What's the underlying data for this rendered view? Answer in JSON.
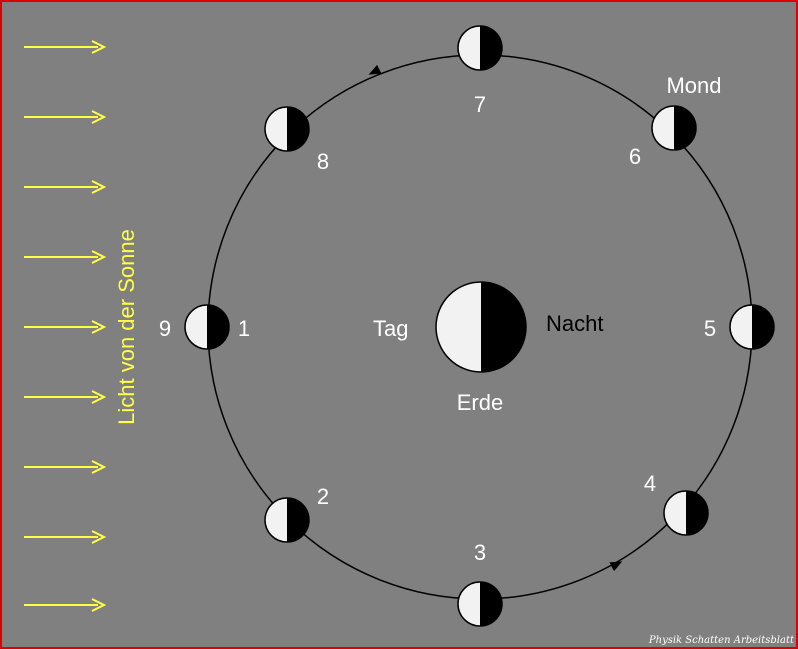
{
  "sun_label": "Licht von der Sonne",
  "earth": {
    "name": "Erde",
    "day": "Tag",
    "night": "Nacht"
  },
  "moon_label": "Mond",
  "positions": [
    "1",
    "2",
    "3",
    "4",
    "5",
    "6",
    "7",
    "8",
    "9"
  ],
  "watermark": "Physik Schatten Arbeitsblatt",
  "colors": {
    "background": "#808080",
    "frame": "#dd0000",
    "sunlight": "#ffff44",
    "lit": "#f2f2f2",
    "shadow": "#000000",
    "text": "#ffffff"
  }
}
